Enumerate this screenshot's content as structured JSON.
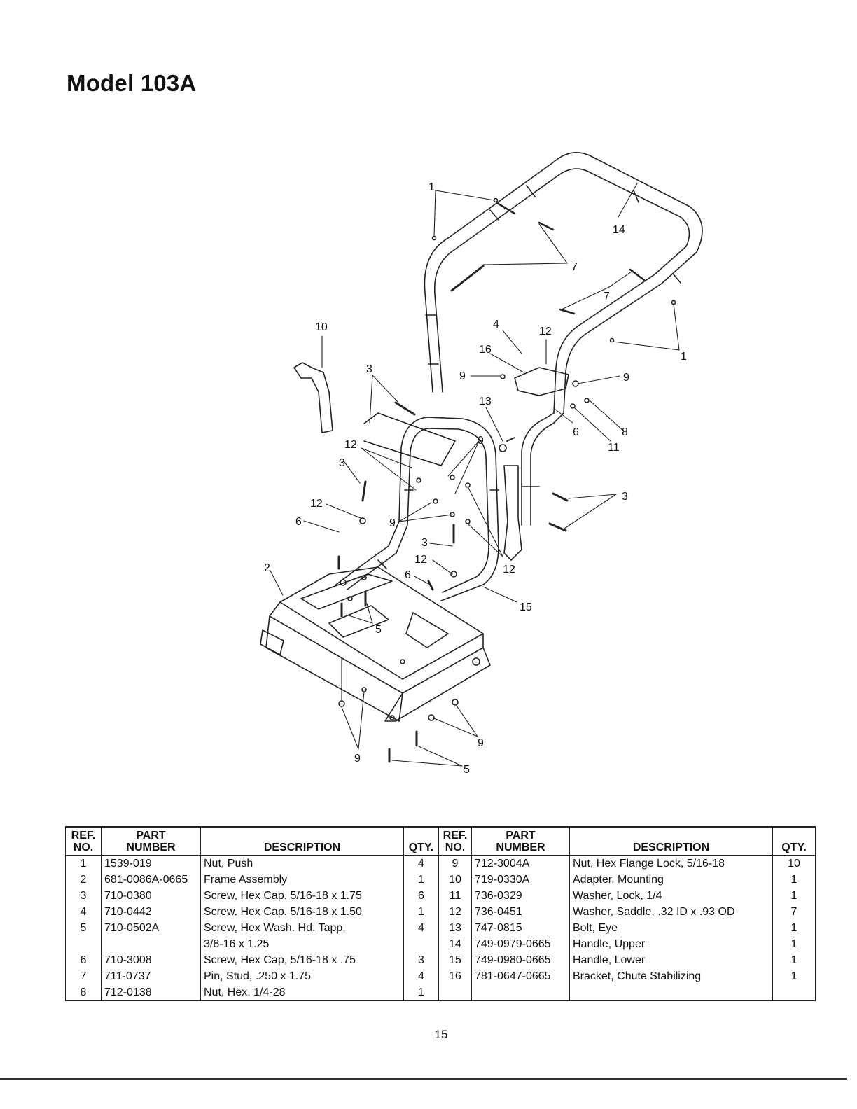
{
  "title": "Model 103A",
  "table": {
    "headers": {
      "ref": "REF.\nNO.",
      "part": "PART\nNUMBER",
      "description": "DESCRIPTION",
      "qty": "QTY."
    },
    "left": [
      {
        "ref": "1",
        "part": "1539-019",
        "desc": "Nut, Push",
        "qty": "4"
      },
      {
        "ref": "2",
        "part": "681-0086A-0665",
        "desc": "Frame Assembly",
        "qty": "1"
      },
      {
        "ref": "3",
        "part": "710-0380",
        "desc": "Screw, Hex Cap, 5/16-18 x 1.75",
        "qty": "6"
      },
      {
        "ref": "4",
        "part": "710-0442",
        "desc": "Screw, Hex Cap, 5/16-18 x 1.50",
        "qty": "1"
      },
      {
        "ref": "5",
        "part": "710-0502A",
        "desc": "Screw, Hex Wash. Hd. Tapp,",
        "qty": "4"
      },
      {
        "ref": "",
        "part": "",
        "desc": "   3/8-16 x 1.25",
        "qty": ""
      },
      {
        "ref": "6",
        "part": "710-3008",
        "desc": "Screw, Hex Cap, 5/16-18 x .75",
        "qty": "3"
      },
      {
        "ref": "7",
        "part": "711-0737",
        "desc": "Pin, Stud, .250 x 1.75",
        "qty": "4"
      },
      {
        "ref": "8",
        "part": "712-0138",
        "desc": "Nut, Hex, 1/4-28",
        "qty": "1"
      }
    ],
    "right": [
      {
        "ref": "9",
        "part": "712-3004A",
        "desc": "Nut, Hex Flange Lock, 5/16-18",
        "qty": "10"
      },
      {
        "ref": "10",
        "part": "719-0330A",
        "desc": "Adapter, Mounting",
        "qty": "1"
      },
      {
        "ref": "11",
        "part": "736-0329",
        "desc": "Washer, Lock, 1/4",
        "qty": "1"
      },
      {
        "ref": "12",
        "part": "736-0451",
        "desc": "Washer, Saddle, .32 ID x .93 OD",
        "qty": "7"
      },
      {
        "ref": "13",
        "part": "747-0815",
        "desc": "Bolt, Eye",
        "qty": "1"
      },
      {
        "ref": "14",
        "part": "749-0979-0665",
        "desc": "Handle, Upper",
        "qty": "1"
      },
      {
        "ref": "15",
        "part": "749-0980-0665",
        "desc": "Handle, Lower",
        "qty": "1"
      },
      {
        "ref": "16",
        "part": "781-0647-0665",
        "desc": "Bracket, Chute Stabilizing",
        "qty": "1"
      },
      {
        "ref": "",
        "part": "",
        "desc": "",
        "qty": ""
      }
    ]
  },
  "callouts": [
    "1",
    "7",
    "14",
    "7",
    "1",
    "10",
    "4",
    "12",
    "16",
    "9",
    "9",
    "3",
    "13",
    "6",
    "8",
    "11",
    "12",
    "9",
    "3",
    "12",
    "3",
    "6",
    "9",
    "3",
    "12",
    "6",
    "2",
    "12",
    "15",
    "5",
    "9",
    "9",
    "5"
  ],
  "page_number": "15"
}
